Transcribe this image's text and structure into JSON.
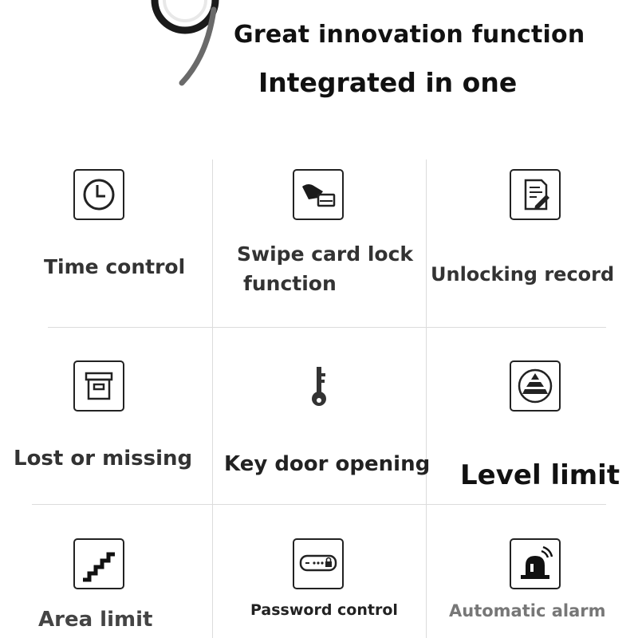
{
  "header": {
    "line1": "Great innovation function",
    "line2": "Integrated in one"
  },
  "features": [
    {
      "label": "Time control",
      "icon": "clock-icon"
    },
    {
      "label_line1": "Swipe card lock",
      "label_line2": "function",
      "icon": "swipe-card-icon"
    },
    {
      "label": "Unlocking record",
      "icon": "record-document-icon"
    },
    {
      "label": "Lost or missing",
      "icon": "archive-box-icon"
    },
    {
      "label": "Key door opening",
      "icon": "key-icon"
    },
    {
      "label": "Level limit",
      "icon": "pyramid-level-icon"
    },
    {
      "label": "Area limit",
      "icon": "stairs-icon"
    },
    {
      "label": "Password control",
      "icon": "password-lock-icon"
    },
    {
      "label": "Automatic alarm",
      "icon": "alarm-siren-icon"
    }
  ],
  "colors": {
    "icon_stroke": "#222222",
    "label_text": "#333333",
    "divider": "#dcdcdc"
  }
}
